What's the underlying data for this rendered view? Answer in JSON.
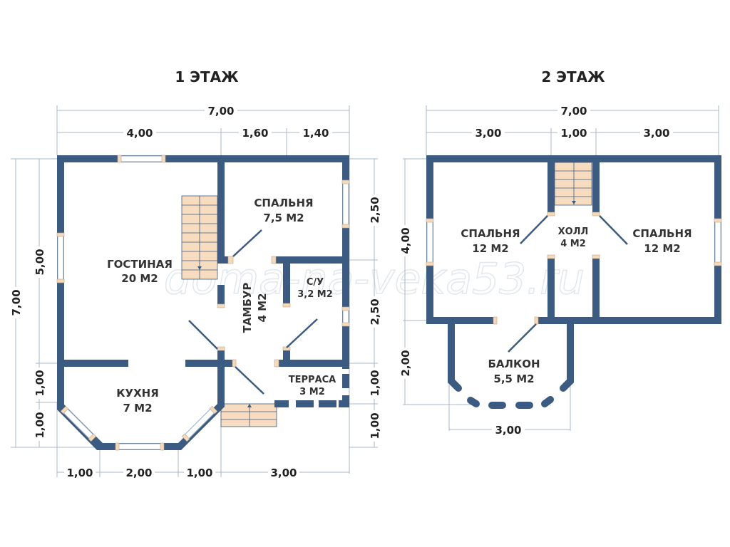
{
  "floor1": {
    "title": "1 ЭТАЖ",
    "dims": {
      "total_top": "7,00",
      "top_a": "4,00",
      "top_b": "1,60",
      "top_c": "1,40",
      "left_total": "7,00",
      "left_a": "5,00",
      "left_b": "1,00",
      "left_c": "1,00",
      "right_a": "2,50",
      "right_b": "2,50",
      "right_c": "1,00",
      "right_d": "1,00",
      "bottom_a": "1,00",
      "bottom_b": "2,00",
      "bottom_c": "1,00",
      "bottom_d": "3,00"
    },
    "rooms": [
      {
        "name": "ГОСТИНАЯ",
        "area": "20 М2"
      },
      {
        "name": "СПАЛЬНЯ",
        "area": "7,5 М2"
      },
      {
        "name": "С/У",
        "area": "3,2 М2"
      },
      {
        "name": "ТАМБУР",
        "area": "4 М2"
      },
      {
        "name": "КУХНЯ",
        "area": "7 М2"
      },
      {
        "name": "ТЕРРАСА",
        "area": "3 М2"
      }
    ]
  },
  "floor2": {
    "title": "2 ЭТАЖ",
    "dims": {
      "total_top": "7,00",
      "top_a": "3,00",
      "top_b": "1,00",
      "top_c": "3,00",
      "left_a": "4,00",
      "left_b": "2,00",
      "bottom": "3,00"
    },
    "rooms": [
      {
        "name": "СПАЛЬНЯ",
        "area": "12 М2"
      },
      {
        "name": "ХОЛЛ",
        "area": "4 М2"
      },
      {
        "name": "СПАЛЬНЯ",
        "area": "12 М2"
      },
      {
        "name": "БАЛКОН",
        "area": "5,5 М2"
      }
    ]
  },
  "watermark": "doma-na-veka53.ru",
  "colors": {
    "wall": "#3c5b82",
    "stairs": "#f8dcc0"
  }
}
